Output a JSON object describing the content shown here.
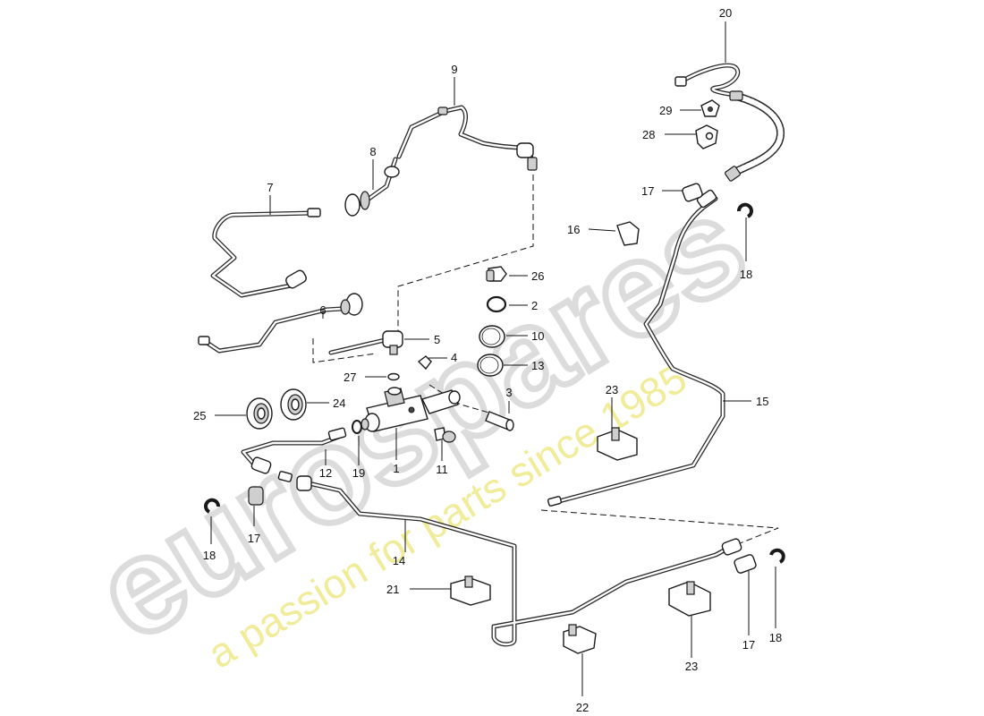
{
  "watermark": {
    "logo_text": "eurospares",
    "tagline": "a passion for parts since 1985"
  },
  "callouts": [
    "1",
    "2",
    "3",
    "4",
    "5",
    "6",
    "7",
    "8",
    "9",
    "10",
    "11",
    "12",
    "13",
    "14",
    "15",
    "16",
    "17",
    "17",
    "17",
    "18",
    "18",
    "18",
    "19",
    "20",
    "21",
    "22",
    "23",
    "23",
    "24",
    "25",
    "26",
    "27",
    "28",
    "29"
  ]
}
